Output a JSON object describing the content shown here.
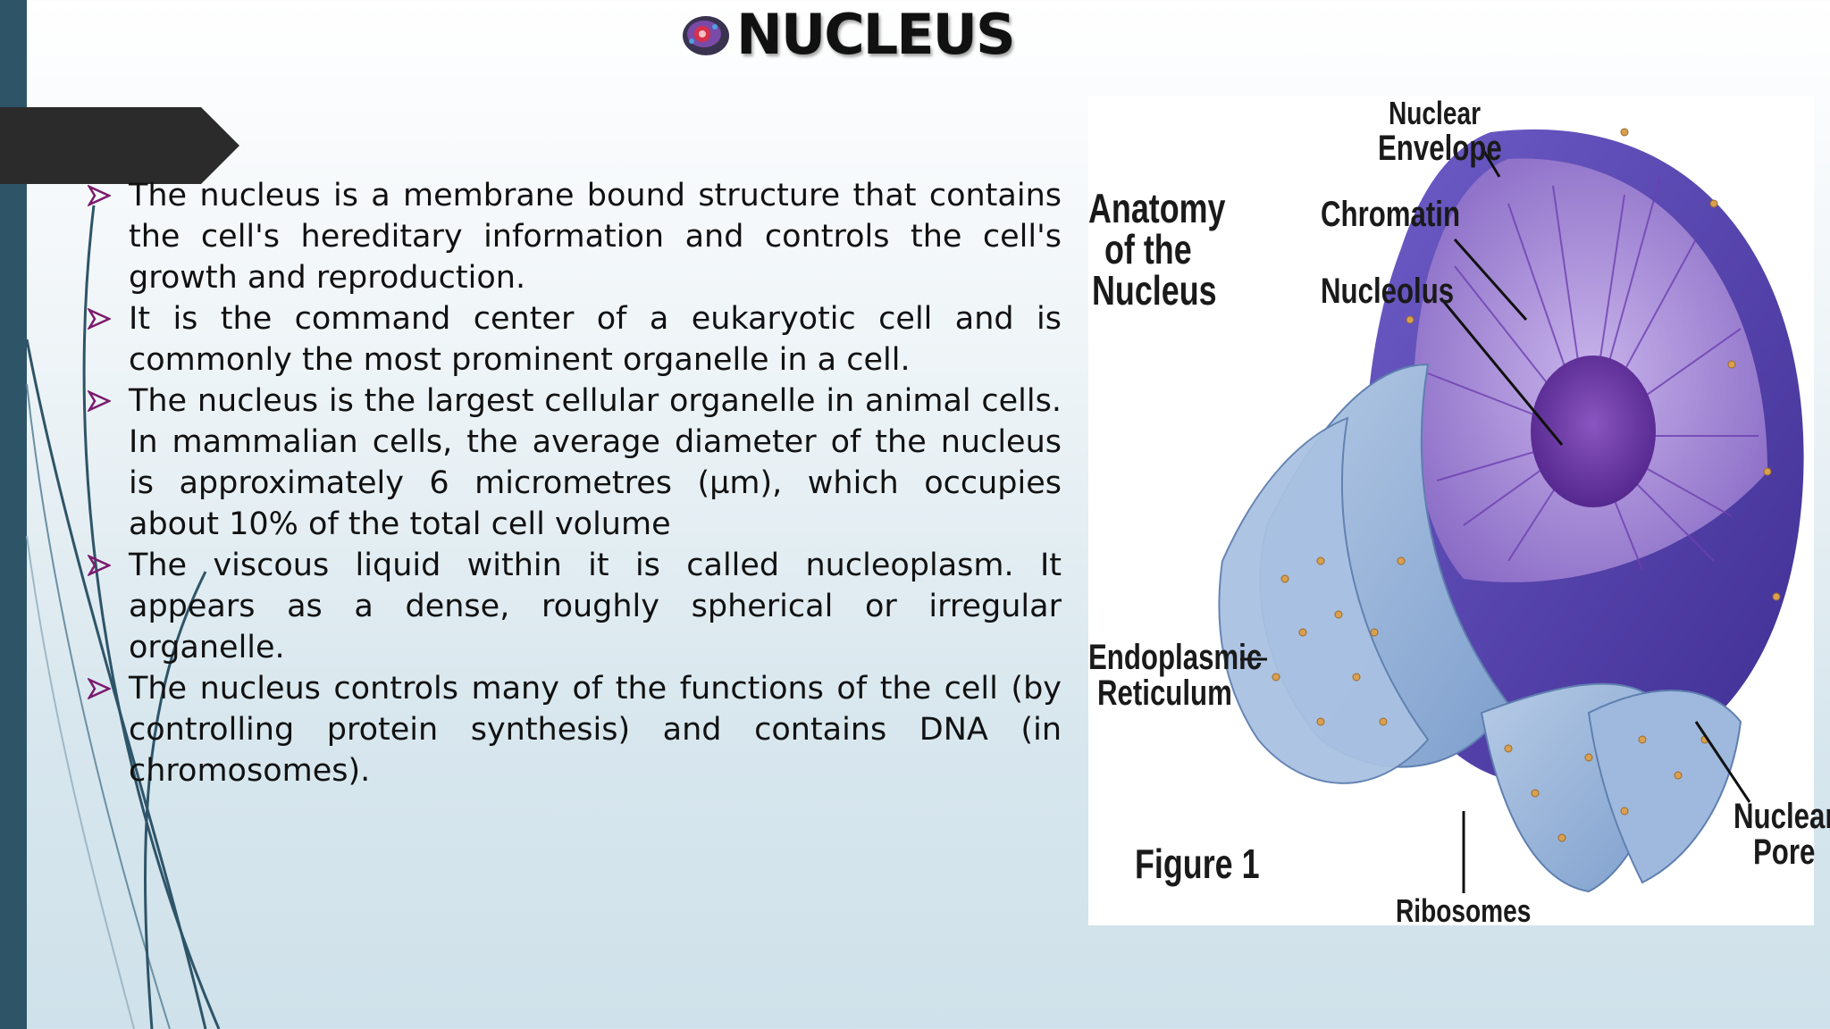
{
  "slide": {
    "title": "NUCLEUS",
    "bullets": [
      "The nucleus is a membrane bound structure that contains the cell's hereditary information and controls the cell's growth and reproduction.",
      "It is the command center of a eukaryotic cell and is commonly the most prominent organelle in a cell.",
      "The nucleus is the largest cellular organelle in animal cells. In mammalian cells, the average diameter of the nucleus is approximately 6 micrometres (µm), which occupies about 10% of the total cell volume",
      " The viscous liquid within it is called nucleoplasm. It appears as a dense, roughly spherical or irregular organelle.",
      "The nucleus controls many of the functions of the cell (by controlling protein synthesis) and contains DNA (in chromosomes)."
    ]
  },
  "figure": {
    "heading_line1": "Anatomy",
    "heading_line2": "of the",
    "heading_line3": "Nucleus",
    "caption": "Figure 1",
    "labels": {
      "envelope_1": "Nuclear",
      "envelope_2": "Envelope",
      "chromatin": "Chromatin",
      "nucleolus": "Nucleolus",
      "er_1": "Endoplasmic",
      "er_2": "Reticulum",
      "pore_1": "Nuclear",
      "pore_2": "Pore",
      "ribosomes": "Ribosomes"
    }
  },
  "colors": {
    "left_bar": "#2e5468",
    "tab": "#2b2b2b",
    "bullet_arrow": "#7b1a6e",
    "nucleus_purple": "#5a3fa8",
    "nucleoplasm": "#a98bd6",
    "er_blue": "#8fb0d8",
    "ribosome": "#d9a050"
  },
  "icons": {
    "title_icon": "cell-icon",
    "bullet": "arrow-bullet-icon"
  }
}
